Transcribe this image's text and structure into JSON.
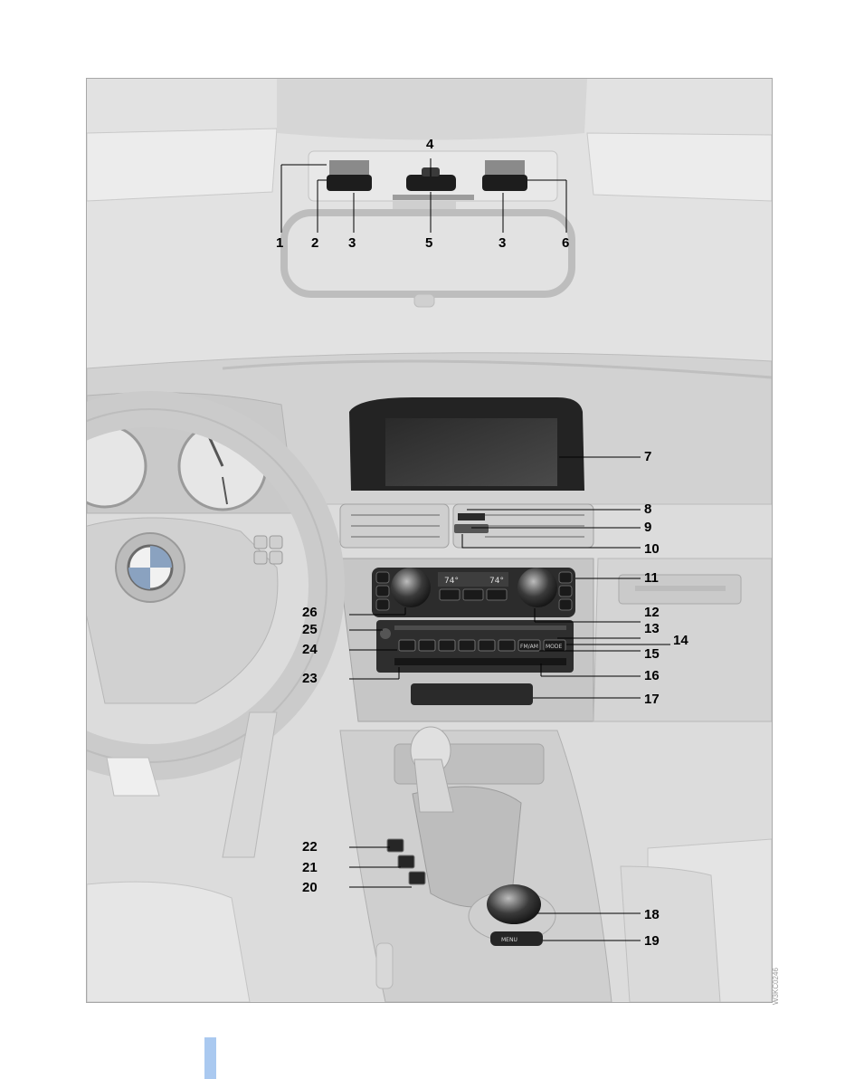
{
  "figure": {
    "callouts": [
      "1",
      "2",
      "3",
      "4",
      "5",
      "3",
      "6",
      "7",
      "8",
      "9",
      "10",
      "11",
      "12",
      "13",
      "14",
      "15",
      "16",
      "17",
      "18",
      "19",
      "20",
      "21",
      "22",
      "23",
      "24",
      "25",
      "26"
    ],
    "display_text": {
      "temp_left": "74°",
      "temp_right": "74°",
      "radio_button_1": "FM/AM",
      "radio_button_2": "MODE",
      "controller_label": "MENU"
    },
    "watermark": "W3KC0246"
  },
  "colors": {
    "page_background": "#ffffff",
    "illustration_background": "#dcdcdc",
    "tab_marker": "#aac9f0"
  }
}
